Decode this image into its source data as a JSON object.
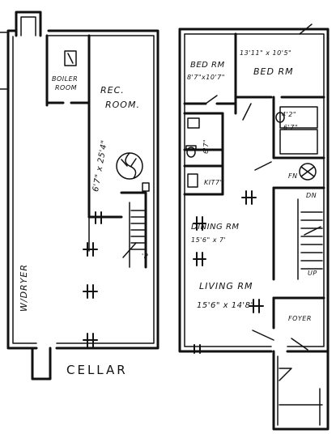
{
  "cellar": {
    "title": "CELLAR",
    "boiler_room": [
      "BOILER",
      "ROOM"
    ],
    "rec_room": [
      "REC.",
      "ROOM."
    ],
    "rec_room_dim": "6'7\" x 25'4\"",
    "dryer": "W/DRYER",
    "stair_mark": "'P"
  },
  "first_floor": {
    "bed_left": [
      "BED RM",
      "8'7\"x10'7\""
    ],
    "bed_right": [
      "13'11\" x 10'5\"",
      "BED RM"
    ],
    "bath_small": "6'7\"",
    "bath_dims": [
      "4'2\"",
      "6'7\""
    ],
    "kitchen": "KIT7'",
    "dining": [
      "DINING RM",
      "15'6\" x 7'"
    ],
    "living": [
      "LIVING RM",
      "15'6\" x 14'8\""
    ],
    "foyer": "FOYER",
    "stair_dn": "DN",
    "stair_up": "UP",
    "fan_mark": "FN"
  },
  "colors": {
    "ink": "#111111",
    "paper": "#ffffff"
  }
}
